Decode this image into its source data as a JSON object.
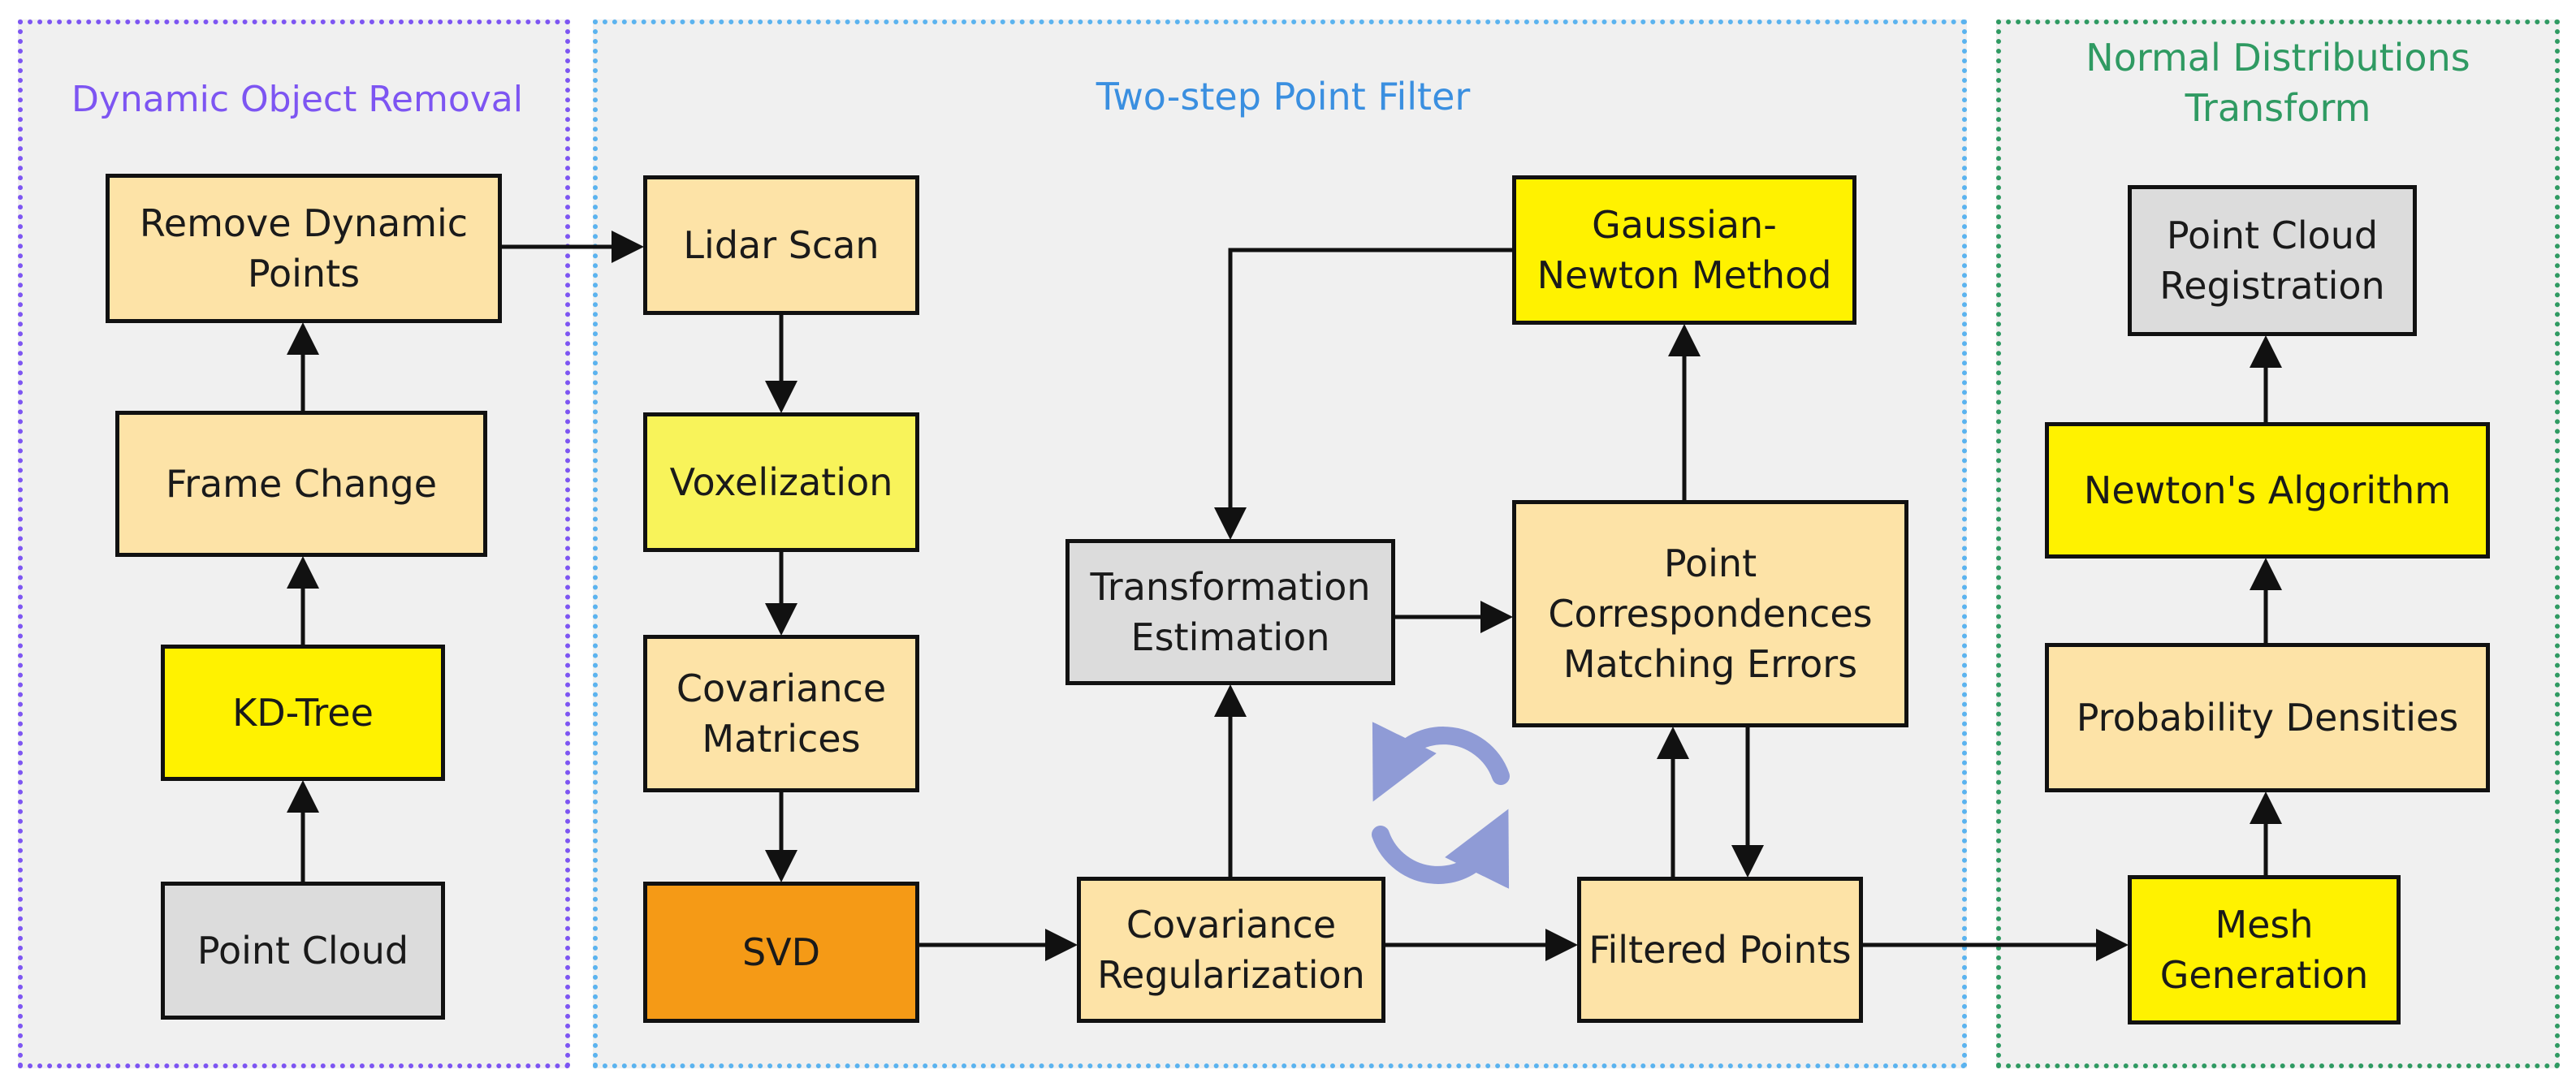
{
  "sections": {
    "dynamic": "Dynamic Object Removal",
    "two_step": "Two-step Point Filter",
    "ndt": "Normal Distributions Transform"
  },
  "boxes": {
    "remove_dynamic": "Remove Dynamic Points",
    "frame_change": "Frame Change",
    "kd_tree": "KD-Tree",
    "point_cloud": "Point Cloud",
    "lidar_scan": "Lidar Scan",
    "voxelization": "Voxelization",
    "covariance_matrices": "Covariance Matrices",
    "svd": "SVD",
    "covariance_regularization": "Covariance Regularization",
    "transformation_estimation": "Transformation Estimation",
    "gaussian_newton": "Gaussian-Newton Method",
    "point_correspondences": "Point Correspondences Matching Errors",
    "filtered_points": "Filtered Points",
    "point_cloud_registration": "Point Cloud Registration",
    "newtons_algorithm": "Newton's Algorithm",
    "probability_densities": "Probability Densities",
    "mesh_generation": "Mesh Generation"
  },
  "icons": {
    "cycle": "refresh-cycle-icon"
  },
  "colors": {
    "dynamic": "#7d55f2",
    "two_step": "#5bb3ef",
    "ndt": "#2f9a62",
    "light_box": "#fde3a7",
    "yellow_box": "#fff200",
    "gray_box": "#dcdcdc",
    "orange_box": "#f59a16",
    "cycle": "#8f9bd6"
  }
}
